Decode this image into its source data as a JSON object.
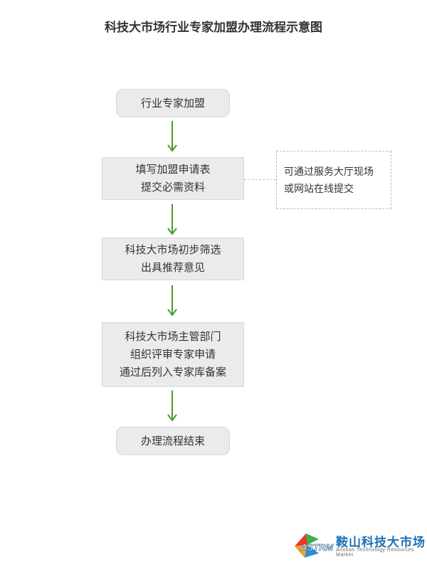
{
  "title": "科技大市场行业专家加盟办理流程示意图",
  "steps": {
    "start": "行业专家加盟",
    "step1": [
      "填写加盟申请表",
      "提交必需资料"
    ],
    "step2": [
      "科技大市场初步筛选",
      "出具推荐意见"
    ],
    "step3": [
      "科技大市场主管部门",
      "组织评审专家申请",
      "通过后列入专家库备案"
    ],
    "end": "办理流程结束"
  },
  "side_note": [
    "可通过服务大厅现场",
    "或网站在线提交"
  ],
  "logo": {
    "mark": "ASTRM",
    "name": "鞍山科技大市场",
    "subtitle": "Anshan Technology Resources Market"
  },
  "colors": {
    "arrow": "#4a9a2e",
    "box_fill": "#ebebeb",
    "box_border": "#d9d9d9"
  }
}
